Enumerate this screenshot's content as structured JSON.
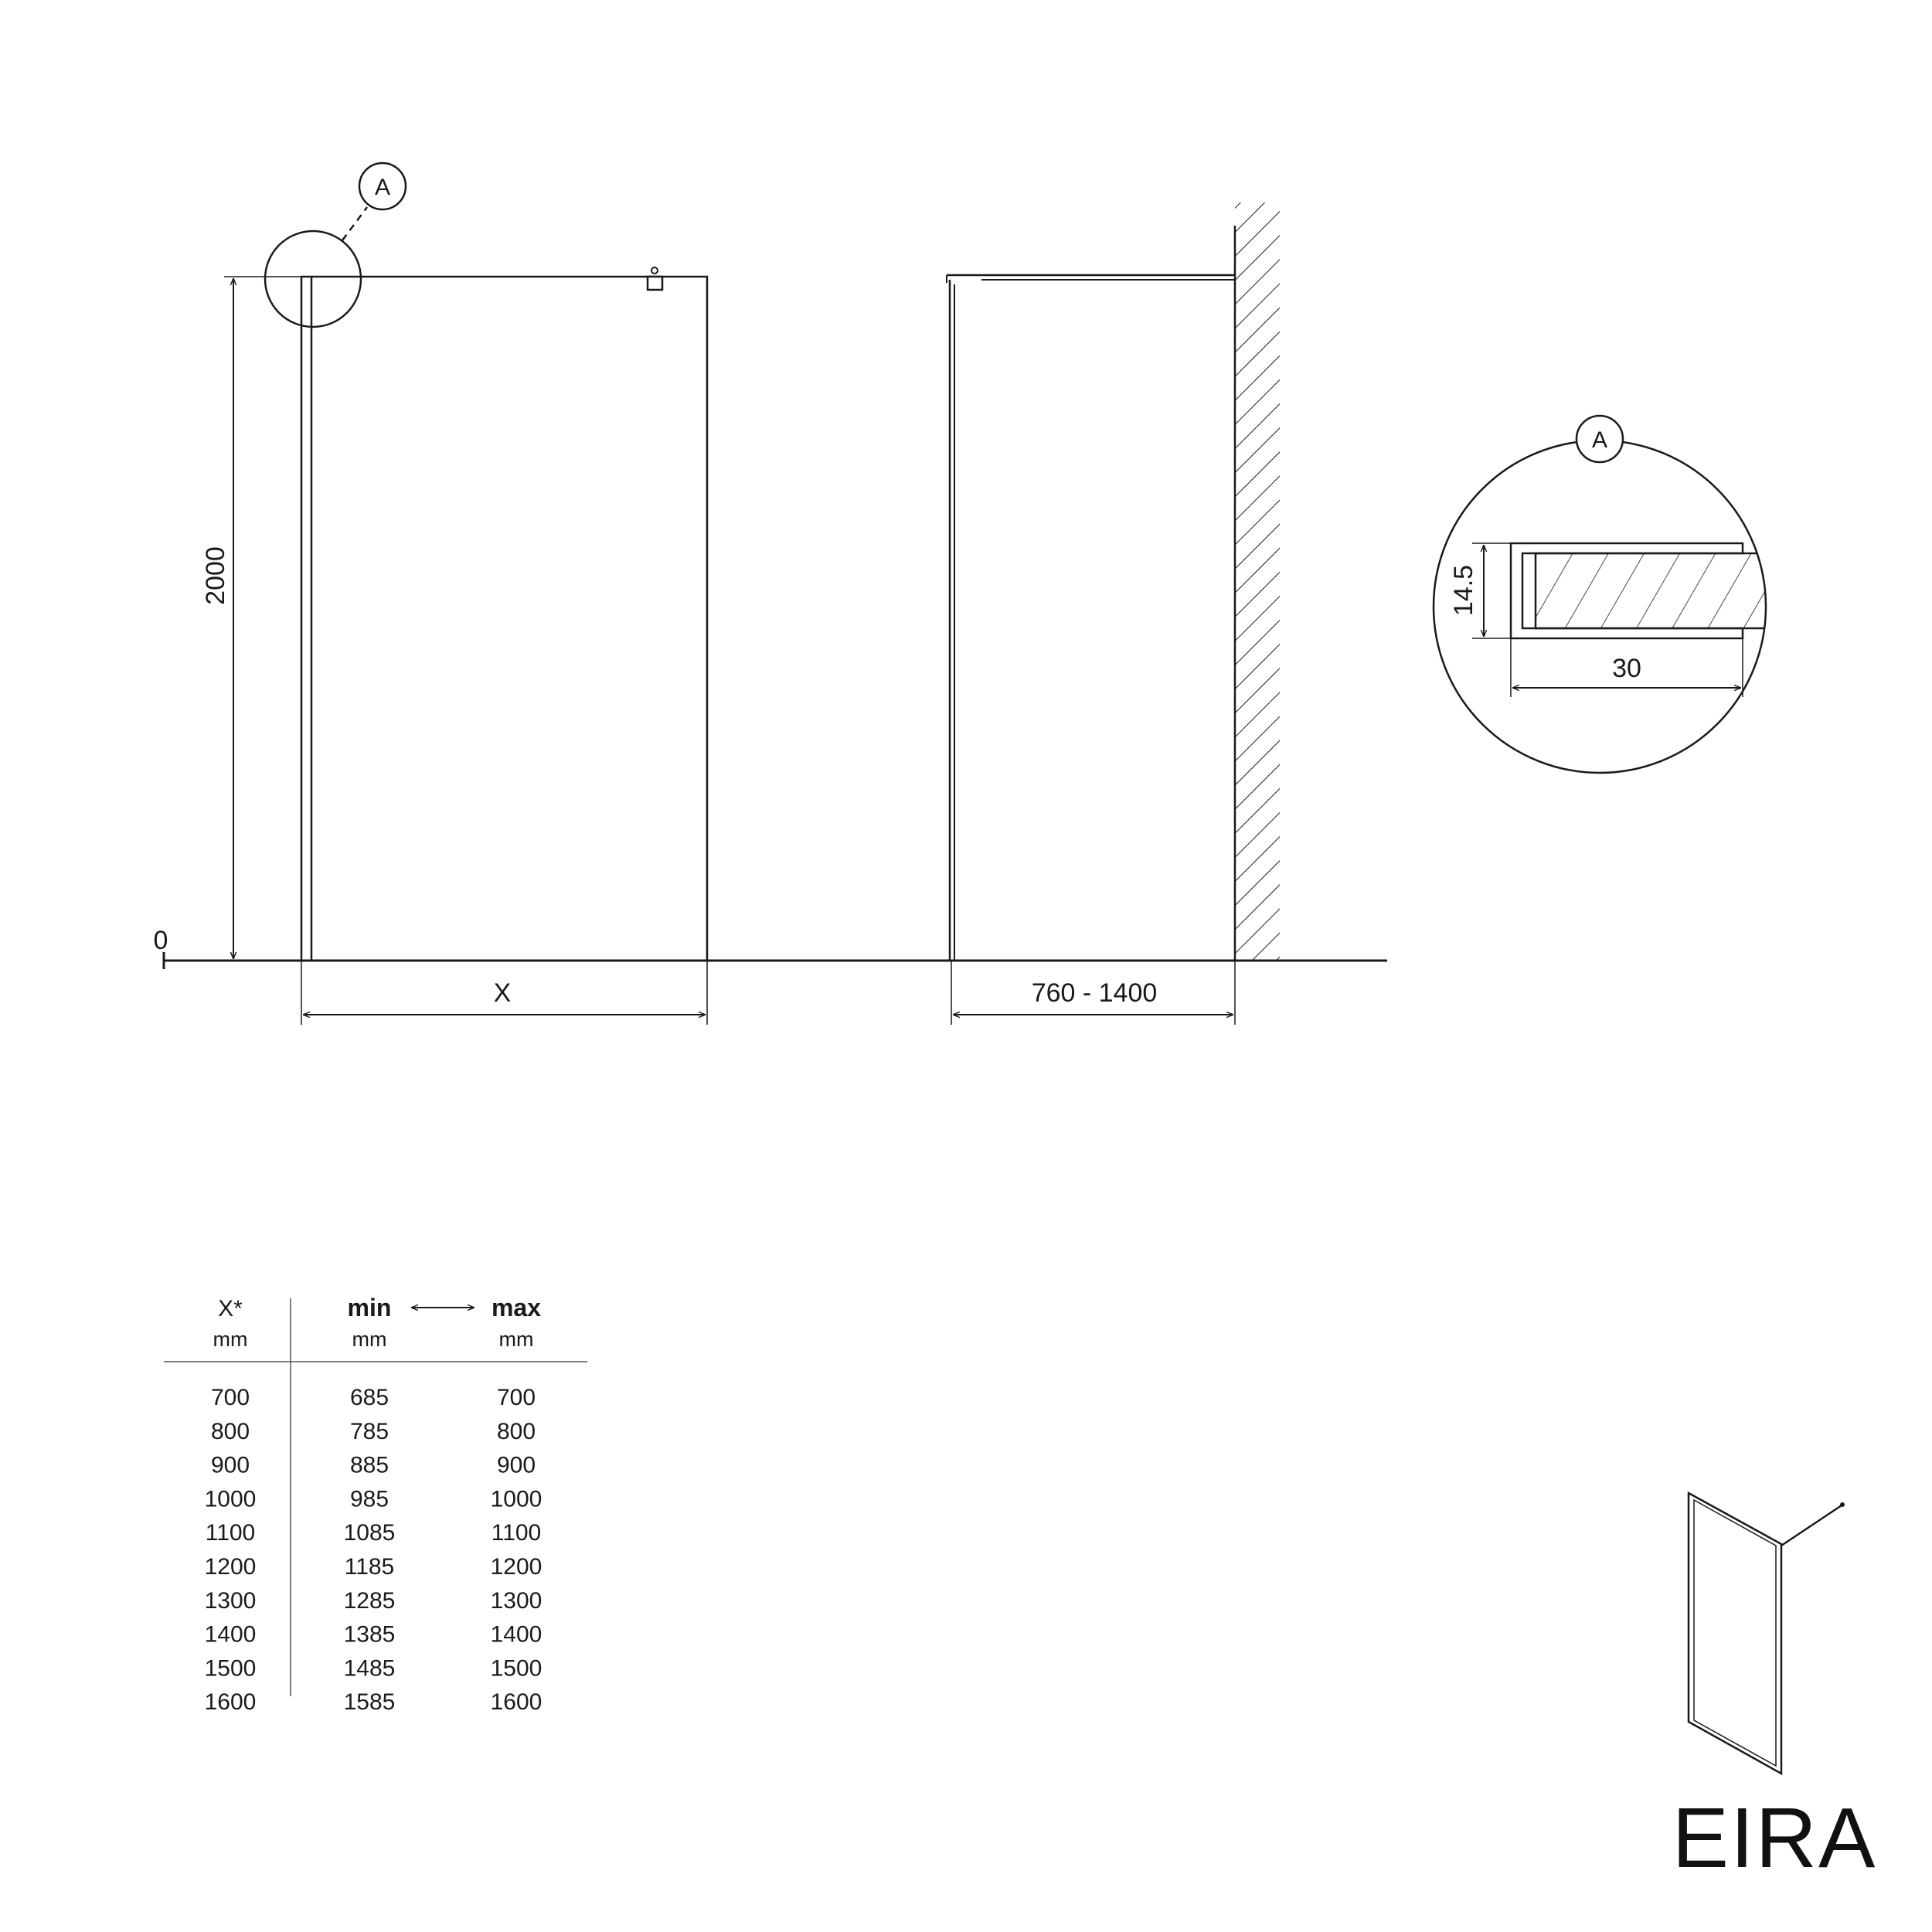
{
  "front_view": {
    "height_label": "2000",
    "width_label": "X",
    "zero_label": "0",
    "callout_label": "A"
  },
  "side_view": {
    "depth_label": "760 - 1400"
  },
  "detail_a": {
    "callout_label": "A",
    "thickness_label": "14.5",
    "width_label": "30"
  },
  "size_table": {
    "headers": {
      "x": "X*",
      "min": "min",
      "max": "max"
    },
    "units": {
      "x": "mm",
      "min": "mm",
      "max": "mm"
    },
    "rows": [
      {
        "x": "700",
        "min": "685",
        "max": "700"
      },
      {
        "x": "800",
        "min": "785",
        "max": "800"
      },
      {
        "x": "900",
        "min": "885",
        "max": "900"
      },
      {
        "x": "1000",
        "min": "985",
        "max": "1000"
      },
      {
        "x": "1100",
        "min": "1085",
        "max": "1100"
      },
      {
        "x": "1200",
        "min": "1185",
        "max": "1200"
      },
      {
        "x": "1300",
        "min": "1285",
        "max": "1300"
      },
      {
        "x": "1400",
        "min": "1385",
        "max": "1400"
      },
      {
        "x": "1500",
        "min": "1485",
        "max": "1500"
      },
      {
        "x": "1600",
        "min": "1585",
        "max": "1600"
      }
    ]
  },
  "brand": {
    "name": "EIRA"
  }
}
